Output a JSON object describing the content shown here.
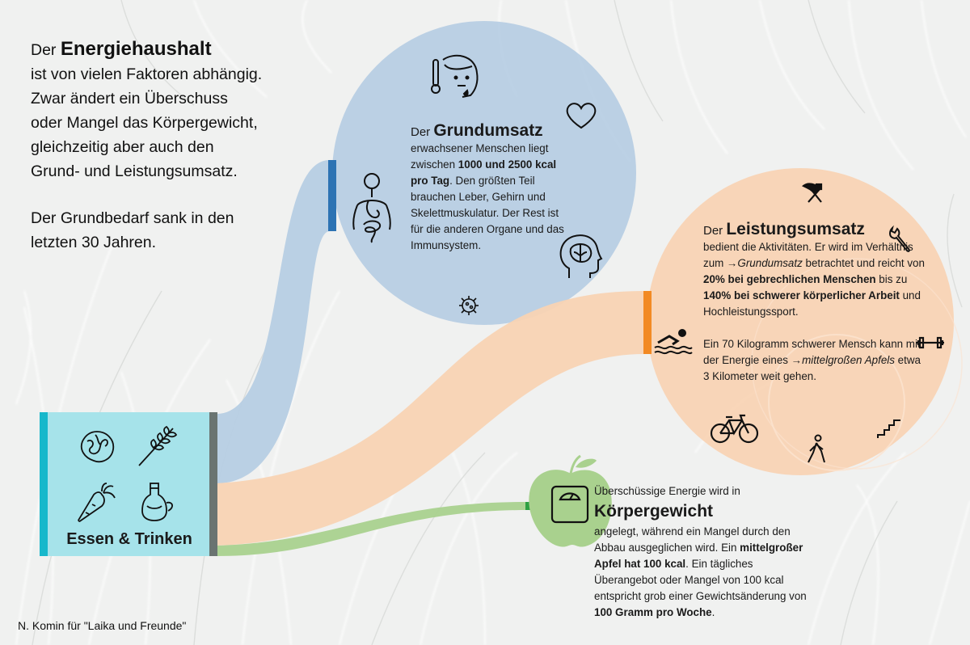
{
  "colors": {
    "background": "#f0f1f0",
    "grundumsatz_circle": "#b6cde3",
    "grundumsatz_bar": "#2d73b3",
    "leistungsumsatz_circle": "#f8d3b3",
    "leistungsumsatz_bar": "#f28a24",
    "apple": "#a9d18e",
    "apple_bar": "#2ea043",
    "essen_box": "#a6e3ea",
    "essen_bar": "#17b8cb",
    "essen_right_bar": "#6a7471"
  },
  "intro": {
    "l1_pre": "Der ",
    "l1_strong": "Energiehaushalt",
    "l2": "ist von vielen Faktoren abhängig.",
    "l3": "Zwar ändert ein Überschuss",
    "l4": "oder Mangel das Körpergewicht,",
    "l5": "gleichzeitig aber auch den",
    "l6": "Grund- und Leistungsumsatz.",
    "l7": "Der Grundbedarf sank in den",
    "l8": "letzten 30 Jahren."
  },
  "grundumsatz": {
    "pre": "Der ",
    "title": "Grundumsatz",
    "t1": "erwachsener Menschen liegt zwischen ",
    "b1": "1000 und 2500 kcal pro Tag",
    "t2": ". Den größten Teil brauchen Leber, Gehirn und Skelettmuskulatur. Der Rest ist für die anderen Organe und das Immunsystem.",
    "icons": [
      "face-thermometer-icon",
      "heart-icon",
      "digestive-system-icon",
      "brain-head-icon",
      "virus-icon"
    ]
  },
  "leistungsumsatz": {
    "pre": "Der ",
    "title": "Leistungsumsatz",
    "t1": "bedient die Aktivitäten. Er wird im Verhältnis zum ",
    "i1": "→Grundumsatz",
    "t2": " betrachtet und reicht von ",
    "b1": "20% bei gebrechlichen Menschen",
    "t3": " bis zu ",
    "b2": "140% bei schwerer körperlicher Arbeit",
    "t4": " und Hochleistungssport.",
    "t5": "Ein 70 Kilogramm schwerer Mensch kann mit der Energie eines ",
    "i2": "→mittelgroßen Apfels",
    "t6": " etwa 3 Kilometer weit gehen.",
    "icons": [
      "hammer-pick-icon",
      "wrench-icon",
      "swimmer-icon",
      "dumbbell-icon",
      "stairs-icon",
      "walking-person-icon",
      "bicycle-icon"
    ]
  },
  "koerpergewicht": {
    "head": "Überschüssige Energie wird in",
    "title": "Körpergewicht",
    "t1": "angelegt, während ein Mangel durch den Abbau ausgeglichen wird. Ein ",
    "b1": "mittelgroßer Apfel hat 100 kcal",
    "t2": ". Ein tägliches Überangebot oder Mangel von 100 kcal entspricht grob einer Gewichtsänderung von ",
    "b2": "100 Gramm pro Woche",
    "t3": ".",
    "icons": [
      "scale-icon"
    ]
  },
  "essen": {
    "label": "Essen & Trinken",
    "icons": [
      "walnut-icon",
      "wheat-icon",
      "carrot-icon",
      "oil-bottle-icon"
    ]
  },
  "credit": "N. Komin für \"Laika und Freunde\""
}
